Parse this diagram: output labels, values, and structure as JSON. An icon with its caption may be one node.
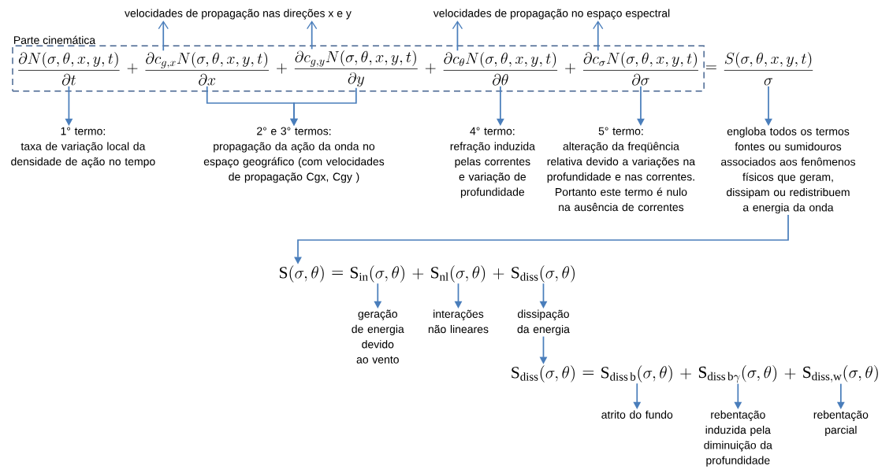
{
  "diagram": {
    "nodes": [
      {
        "text": [
          "Parte cinemática"
        ]
      },
      {
        "text": [
          "\\frac{\\partial N(\\sigma,\\theta,x,y,t)}{\\partial t}"
        ],
        "in": 0
      },
      {
        "text": [
          "\\frac{\\partial c_{g,x}N(\\sigma,\\theta,x,y,t)}{\\partial x}"
        ],
        "in": 0
      },
      {
        "text": [
          "\\frac{\\partial c_{g,y}N(\\sigma,\\theta,x,y,t)}{\\partial y}"
        ],
        "in": 0
      },
      {
        "text": [
          "\\frac{\\partial c_{\\theta}N(\\sigma,\\theta,x,y,t)}{\\partial \\theta}"
        ],
        "in": 0
      },
      {
        "text": [
          "\\frac{\\partial c_{\\sigma}N(\\sigma,\\theta,x,y,t)}{\\partial \\sigma}"
        ],
        "in": 0
      },
      {
        "text": [
          "\\frac{S(\\sigma,\\theta,x,y,t)}{\\sigma}"
        ]
      },
      {
        "text": [
          "velocidades de propagação nas direções x e y"
        ]
      },
      {
        "text": [
          "velocidades de propagação no espaço espectral"
        ]
      },
      {
        "text": [
          "1° termo:",
          "taxa de variação local da densidade de ação no tempo"
        ]
      },
      {
        "text": [
          "2° e 3° termos:",
          "propagação da ação da onda no espaço geográfico (com velocidades de propagação Cgx, Cgy )"
        ]
      },
      {
        "text": [
          "4° termo:",
          "refração induzida pelas correntes e variação de profundidade"
        ]
      },
      {
        "text": [
          "5° termo:",
          "alteração da freqüência relativa devido a variações na profundidade e nas correntes. Portanto este termo é nulo na ausência de correntes"
        ]
      },
      {
        "text": [
          "engloba todos os termos fontes ou sumidouros associados aos fenômenos físicos que geram, dissipam ou redistribuem a energia da onda"
        ]
      },
      {
        "text": [
          "\\mathrm{S}(\\sigma,\\theta)"
        ]
      },
      {
        "text": [
          "\\mathrm{S}_{\\mathrm{in}}(\\sigma,\\theta)"
        ]
      },
      {
        "text": [
          "\\mathrm{S}_{\\mathrm{nl}}(\\sigma,\\theta)"
        ]
      },
      {
        "text": [
          "\\mathrm{S}_{\\mathrm{diss}}(\\sigma,\\theta)"
        ]
      },
      {
        "text": [
          "geração de energia devido ao vento"
        ]
      },
      {
        "text": [
          "interações não lineares"
        ]
      },
      {
        "text": [
          "dissipação da energia"
        ]
      },
      {
        "text": [
          "\\mathrm{S}_{\\mathrm{diss}}(\\sigma,\\theta)"
        ]
      },
      {
        "text": [
          "\\mathrm{S}_{\\mathrm{diss\\,b}}(\\sigma,\\theta)"
        ]
      },
      {
        "text": [
          "\\mathrm{S}_{\\mathrm{diss\\,b}\\gamma}(\\sigma,\\theta)"
        ]
      },
      {
        "text": [
          "\\mathrm{S}_{\\mathrm{diss,w}}(\\sigma,\\theta)"
        ]
      },
      {
        "text": [
          "atrito do fundo"
        ]
      },
      {
        "text": [
          "rebentação induzida pela diminuição da profundidade"
        ]
      },
      {
        "text": [
          "rebentação parcial"
        ]
      }
    ],
    "edges": [
      {
        "from": 2,
        "to": 7,
        "arrow": "to"
      },
      {
        "from": 3,
        "to": 7,
        "arrow": "to"
      },
      {
        "from": 4,
        "to": 8,
        "arrow": "to"
      },
      {
        "from": 5,
        "to": 8,
        "arrow": "to"
      },
      {
        "from": 1,
        "to": 9,
        "arrow": "to"
      },
      {
        "from": 2,
        "to": 10,
        "arrow": "to"
      },
      {
        "from": 3,
        "to": 10,
        "arrow": "to"
      },
      {
        "from": 4,
        "to": 11,
        "arrow": "to"
      },
      {
        "from": 5,
        "to": 12,
        "arrow": "to"
      },
      {
        "from": 6,
        "to": 13,
        "arrow": "to"
      },
      {
        "from": 13,
        "to": 14,
        "arrow": "to"
      },
      {
        "from": 15,
        "to": 18,
        "arrow": "to"
      },
      {
        "from": 16,
        "to": 19,
        "arrow": "to"
      },
      {
        "from": 17,
        "to": 20,
        "arrow": "to"
      },
      {
        "from": 20,
        "to": 21,
        "arrow": "to"
      },
      {
        "from": 22,
        "to": 25,
        "arrow": "to"
      },
      {
        "from": 23,
        "to": 26,
        "arrow": "to"
      },
      {
        "from": 24,
        "to": 27,
        "arrow": "to"
      }
    ],
    "labels": [
      "+",
      "+",
      "+",
      "+",
      "=",
      "=",
      "+",
      "+",
      "=",
      "+",
      "+"
    ]
  }
}
